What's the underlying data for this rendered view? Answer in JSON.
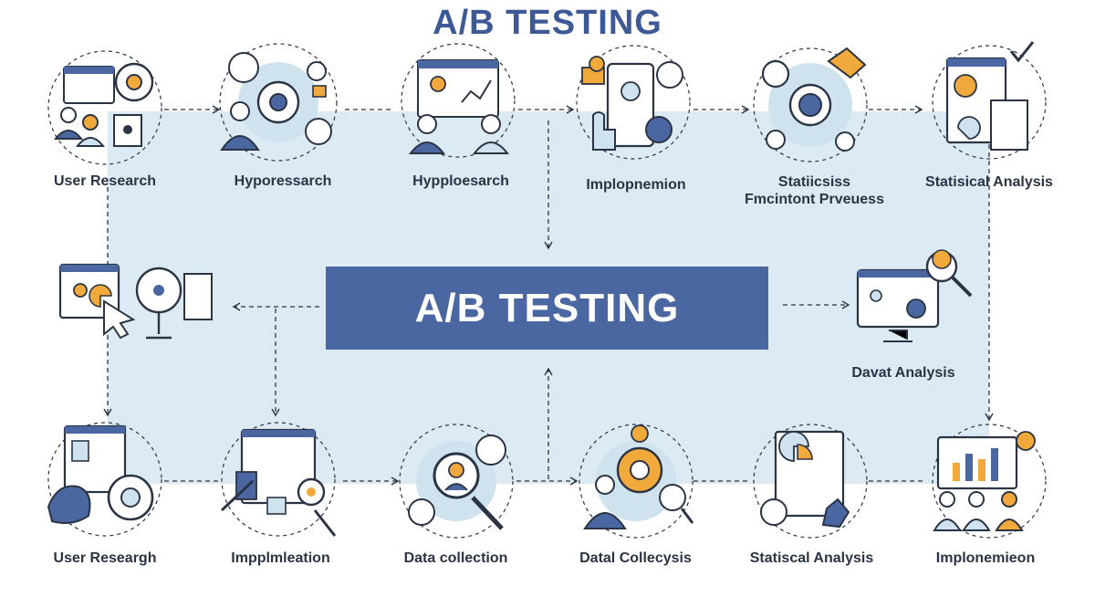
{
  "title": "A/B TESTING",
  "center_label": "A/B TESTING",
  "colors": {
    "navy": "#3d5a96",
    "center_box": "#4a67a1",
    "panel": "#dcebf3",
    "circle_fill": "#cfe3ef",
    "accent_orange": "#f2a93b",
    "line": "#2b3445"
  },
  "nodes": {
    "top": [
      {
        "label": "User Research",
        "icon": "research-team-gear-icon"
      },
      {
        "label": "Hyporessarch",
        "icon": "hypothesis-gears-icon"
      },
      {
        "label": "Hypploesarch",
        "icon": "hypothesis-people-icon"
      },
      {
        "label": "Implopnemion",
        "icon": "implementation-hand-icon"
      },
      {
        "label": "Statiicsiss\nFmcintont Prveuess",
        "icon": "statistics-process-icon"
      },
      {
        "label": "Statisical Analysis",
        "icon": "analysis-report-icon"
      }
    ],
    "middle": [
      {
        "label": "",
        "icon": "cursor-target-icon"
      },
      {
        "label": "Davat Analysis",
        "icon": "data-analysis-monitor-icon"
      }
    ],
    "bottom": [
      {
        "label": "User Researgh",
        "icon": "research-gear-icon"
      },
      {
        "label": "Impplmleation",
        "icon": "implementation-tools-icon"
      },
      {
        "label": "Data collection",
        "icon": "data-collection-magnifier-icon"
      },
      {
        "label": "Datal Collecysis",
        "icon": "data-collection-people-icon"
      },
      {
        "label": "Statiscal Analysis",
        "icon": "statistical-analysis-icon"
      },
      {
        "label": "Implonemieon",
        "icon": "implementation-team-icon"
      }
    ]
  }
}
